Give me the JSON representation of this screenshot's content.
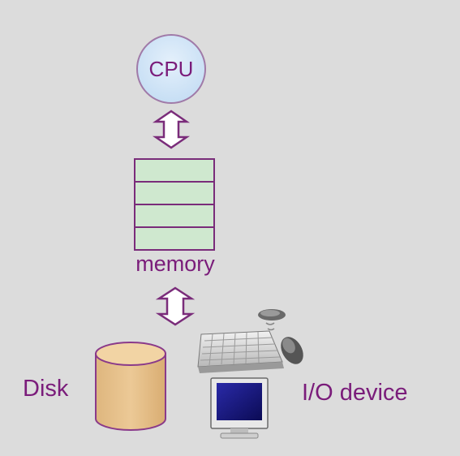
{
  "diagram": {
    "cpu_label": "CPU",
    "memory_label": "memory",
    "disk_label": "Disk",
    "io_label": "I/O device"
  },
  "colors": {
    "background": "#dcdcdc",
    "label_text": "#7a1c7a",
    "outline": "#7a2c7a",
    "cpu_fill": "#cfe4f7",
    "memory_fill": "#cfe8cf",
    "disk_fill": "#e8c48e",
    "arrow_fill": "#ffffff"
  },
  "icons": [
    "cpu-node",
    "memory-stack",
    "disk-cylinder",
    "keyboard-icon",
    "mouse-icon",
    "monitor-icon",
    "bidirectional-arrow"
  ]
}
